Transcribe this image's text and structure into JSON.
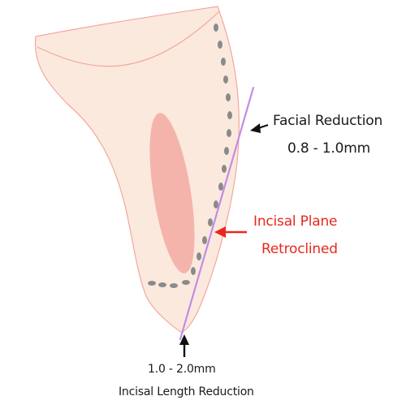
{
  "diagram": {
    "labels": {
      "facial_reduction_title": "Facial Reduction",
      "facial_reduction_value": "0.8 - 1.0mm",
      "incisal_plane_title": "Incisal Plane",
      "incisal_plane_subtitle": "Retroclined",
      "incisal_length_value": "1.0 - 2.0mm",
      "incisal_length_title": "Incisal Length Reduction"
    },
    "colors": {
      "tooth_fill": "#fbe9dd",
      "tooth_outline": "#f2a7a0",
      "pulp_fill": "#f2aaa3",
      "reduction_dashes": "#8a8a8a",
      "plane_line": "#c38be6",
      "black_label": "#1a1a1a",
      "red_label": "#e8281e"
    }
  }
}
